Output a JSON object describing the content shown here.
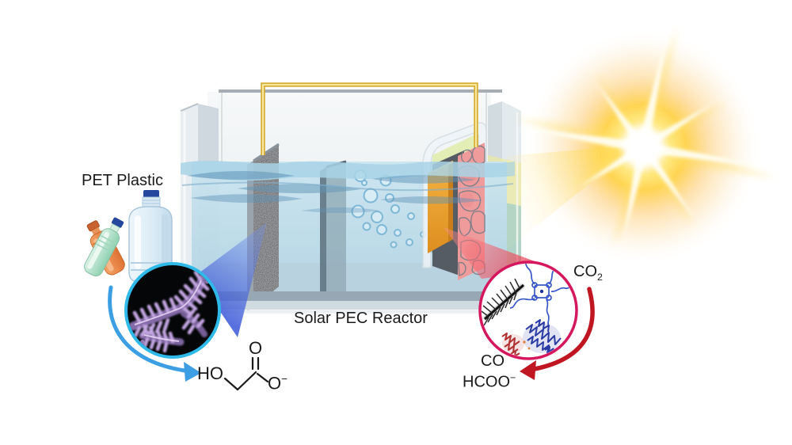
{
  "labels": {
    "pet_plastic": "PET Plastic",
    "reactor": "Solar PEC Reactor",
    "co2": {
      "base": "CO",
      "sub": "2"
    },
    "co": "CO",
    "formate": {
      "base": "HCOO",
      "sup": "−"
    },
    "glycolate": {
      "ho": "HO",
      "carbonyl_o": "O",
      "carboxyl_o": "O",
      "charge": "−"
    }
  },
  "colors": {
    "background": "#FFFFFF",
    "text": "#1A1A1A",
    "arrow_blue": "#3D9FE3",
    "arrow_red": "#C01622",
    "inset_left_border": "#2FB9E9",
    "inset_right_border": "#D5185E",
    "wire_gold": "#D9AE35",
    "electrode_carbon": "#3E4145",
    "electrode_orange": "#EDA02F",
    "electrode_pink": "#F09B9B",
    "water": "#C2E0ED",
    "sun_yellow": "#FFD84D",
    "dendrite_purple": "#C3A6E2"
  },
  "icons": {
    "sun-icon": "radiant sun with beams",
    "plastic-bottles-icon": "two PET bottles and a water jug",
    "anode-micrograph-icon": "purple dendritic microstructure on black",
    "nanowire-sem-icon": "dark feather-like nanowire",
    "molecular-catalyst-icon": "blue molecular complex",
    "enzyme-icon": "blue and red protein ribbons",
    "reactor-tank": "glass photoelectrochemical cell with two electrodes and membrane",
    "wire-icon": "gold external circuit wire"
  }
}
